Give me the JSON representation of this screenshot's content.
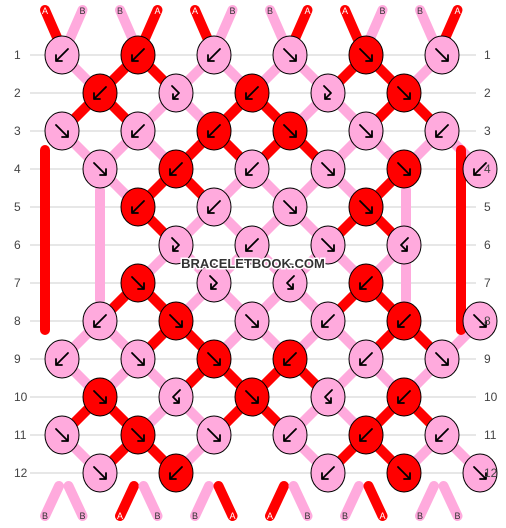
{
  "watermark": "BRACELETBOOK.COM",
  "colors": {
    "A": "#ff0000",
    "B": "#ffaadd"
  },
  "strands_top": [
    "A",
    "B",
    "B",
    "A",
    "A",
    "B",
    "B",
    "A",
    "A",
    "B",
    "B",
    "A"
  ],
  "strands_bottom": [
    "B",
    "B",
    "A",
    "B",
    "B",
    "A",
    "A",
    "B",
    "B",
    "A",
    "B",
    "B"
  ],
  "rows": [
    {
      "number": "1",
      "knots": [
        {
          "color": "B",
          "dir": "bw"
        },
        {
          "color": "A",
          "dir": "bw"
        },
        {
          "color": "B",
          "dir": "bw"
        },
        {
          "color": "B",
          "dir": "f"
        },
        {
          "color": "A",
          "dir": "f"
        },
        {
          "color": "B",
          "dir": "f"
        }
      ]
    },
    {
      "number": "2",
      "knots": [
        {
          "color": "A",
          "dir": "bw"
        },
        {
          "color": "B",
          "dir": "fb"
        },
        {
          "color": "A",
          "dir": "bw"
        },
        {
          "color": "B",
          "dir": "fb"
        },
        {
          "color": "A",
          "dir": "f"
        }
      ]
    },
    {
      "number": "3",
      "knots": [
        {
          "color": "B",
          "dir": "f"
        },
        {
          "color": "B",
          "dir": "bw"
        },
        {
          "color": "A",
          "dir": "bw"
        },
        {
          "color": "A",
          "dir": "f"
        },
        {
          "color": "B",
          "dir": "f"
        },
        {
          "color": "B",
          "dir": "bw"
        }
      ]
    },
    {
      "number": "4",
      "knots": [
        {
          "color": "B",
          "dir": "f"
        },
        {
          "color": "A",
          "dir": "bw"
        },
        {
          "color": "B",
          "dir": "bw"
        },
        {
          "color": "B",
          "dir": "f"
        },
        {
          "color": "A",
          "dir": "f"
        },
        {
          "color": "B",
          "dir": "bw"
        }
      ]
    },
    {
      "number": "5",
      "knots": [
        {
          "color": "A",
          "dir": "bw"
        },
        {
          "color": "B",
          "dir": "bw"
        },
        {
          "color": "B",
          "dir": "f"
        },
        {
          "color": "A",
          "dir": "f"
        }
      ]
    },
    {
      "number": "6",
      "knots": [
        {
          "color": "B",
          "dir": "fb"
        },
        {
          "color": "B",
          "dir": "bw"
        },
        {
          "color": "B",
          "dir": "f"
        },
        {
          "color": "B",
          "dir": "bwb"
        }
      ]
    },
    {
      "number": "7",
      "knots": [
        {
          "color": "A",
          "dir": "f"
        },
        {
          "color": "B",
          "dir": "fb"
        },
        {
          "color": "B",
          "dir": "bwb"
        },
        {
          "color": "A",
          "dir": "bw"
        }
      ]
    },
    {
      "number": "8",
      "knots": [
        {
          "color": "B",
          "dir": "bw"
        },
        {
          "color": "A",
          "dir": "f"
        },
        {
          "color": "B",
          "dir": "f"
        },
        {
          "color": "B",
          "dir": "bw"
        },
        {
          "color": "A",
          "dir": "bw"
        },
        {
          "color": "B",
          "dir": "f"
        }
      ]
    },
    {
      "number": "9",
      "knots": [
        {
          "color": "B",
          "dir": "bw"
        },
        {
          "color": "B",
          "dir": "f"
        },
        {
          "color": "A",
          "dir": "f"
        },
        {
          "color": "A",
          "dir": "bw"
        },
        {
          "color": "B",
          "dir": "bw"
        },
        {
          "color": "B",
          "dir": "f"
        }
      ]
    },
    {
      "number": "10",
      "knots": [
        {
          "color": "A",
          "dir": "f"
        },
        {
          "color": "B",
          "dir": "bwb"
        },
        {
          "color": "A",
          "dir": "f"
        },
        {
          "color": "B",
          "dir": "bwb"
        },
        {
          "color": "A",
          "dir": "bw"
        }
      ]
    },
    {
      "number": "11",
      "knots": [
        {
          "color": "B",
          "dir": "f"
        },
        {
          "color": "A",
          "dir": "f"
        },
        {
          "color": "B",
          "dir": "f"
        },
        {
          "color": "B",
          "dir": "bw"
        },
        {
          "color": "A",
          "dir": "bw"
        },
        {
          "color": "B",
          "dir": "bw"
        }
      ]
    },
    {
      "number": "12",
      "knots": [
        {
          "color": "B",
          "dir": "f"
        },
        {
          "color": "A",
          "dir": "bw"
        },
        {
          "color": "B",
          "dir": "bw"
        },
        {
          "color": "A",
          "dir": "f"
        },
        {
          "color": "B",
          "dir": "f"
        }
      ]
    }
  ]
}
